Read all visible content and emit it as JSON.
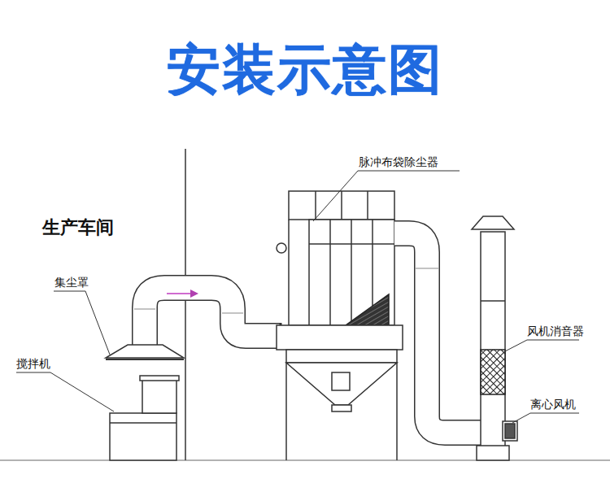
{
  "diagram": {
    "title": "安装示意图",
    "labels": [
      "生产车间",
      "集尘罩",
      "搅拌机",
      "脉冲布袋除尘器",
      "风机消音器",
      "离心风机"
    ]
  }
}
